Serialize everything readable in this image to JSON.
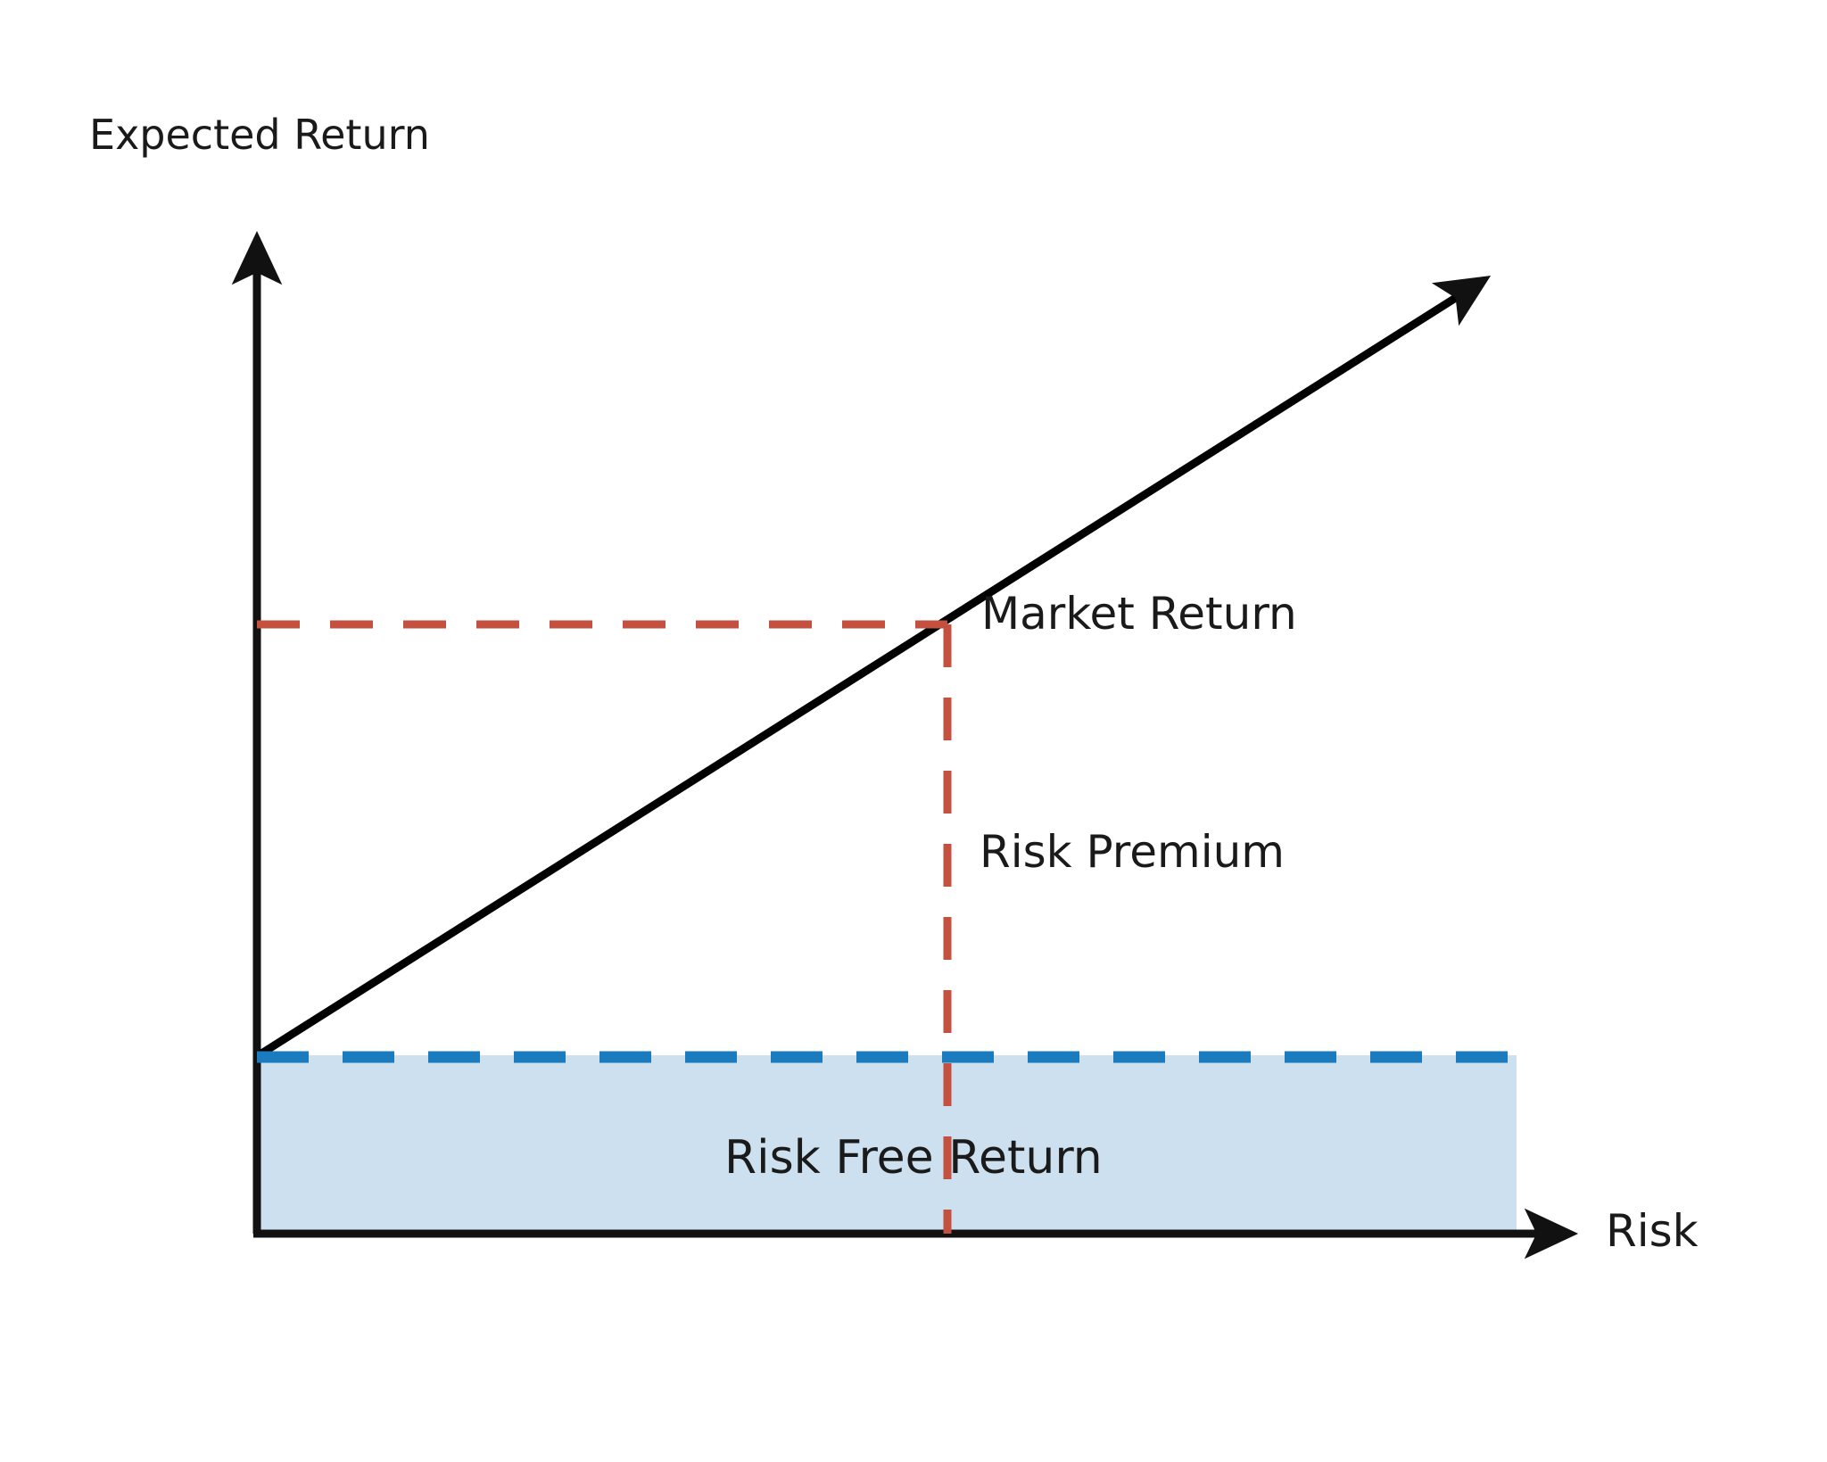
{
  "chart_data": {
    "type": "line",
    "title": "",
    "xlabel": "Risk",
    "ylabel": "Expected Return",
    "grid": false,
    "legend": null,
    "xlim": [
      0,
      100
    ],
    "ylim": [
      0,
      100
    ],
    "annotations": [
      {
        "name": "expected-return-axis-title",
        "text": "Expected Return",
        "x": 0,
        "y": 100
      },
      {
        "name": "market-return-point",
        "text": "Market Return",
        "x": 52,
        "y": 61,
        "marker": "intersection of Security Market Line with market risk level"
      },
      {
        "name": "risk-premium-band",
        "text": "Risk Premium",
        "x": 52,
        "y": 37,
        "marker": "vertical span between risk free return and market return"
      },
      {
        "name": "risk-free-return-band",
        "text": "Risk Free Return",
        "x": 42,
        "y": 8,
        "marker": "shaded region from zero up to risk free rate"
      },
      {
        "name": "risk-axis-title",
        "text": "Risk",
        "x": 100,
        "y": 0
      }
    ],
    "series": [
      {
        "name": "Security Market Line",
        "type": "line",
        "style": "solid",
        "color": "#000000",
        "arrow": true,
        "points": [
          {
            "x": 0,
            "y": 21
          },
          {
            "x": 52,
            "y": 61
          },
          {
            "x": 95,
            "y": 95
          }
        ]
      },
      {
        "name": "Market Return Level",
        "type": "hline",
        "style": "dashed",
        "color": "#c4503f",
        "y": 61,
        "x_from": 0,
        "x_to": 52
      },
      {
        "name": "Market Risk Level",
        "type": "vline",
        "style": "dashed",
        "color": "#c4503f",
        "x": 52,
        "y_from": 0,
        "y_to": 61
      },
      {
        "name": "Risk Free Rate",
        "type": "hline",
        "style": "dashed",
        "color": "#1a7bbf",
        "y": 21,
        "x_from": 0,
        "x_to": 95
      }
    ],
    "shaded_regions": [
      {
        "name": "Risk Free Return area",
        "color": "#cce0ef",
        "x_from": 0,
        "x_to": 95,
        "y_from": 0,
        "y_to": 21
      }
    ]
  },
  "labels": {
    "y_axis_title": "Expected Return",
    "x_axis_title": "Risk",
    "market_return": "Market Return",
    "risk_premium": "Risk Premium",
    "risk_free_return": "Risk Free Return"
  },
  "colors": {
    "background": "#ffffff",
    "axis": "#111111",
    "sml_line": "#000000",
    "market_dash": "#c4503f",
    "risk_free_dash": "#1a7bbf",
    "risk_free_fill": "#cce0ef",
    "text": "#1a1a1a"
  }
}
